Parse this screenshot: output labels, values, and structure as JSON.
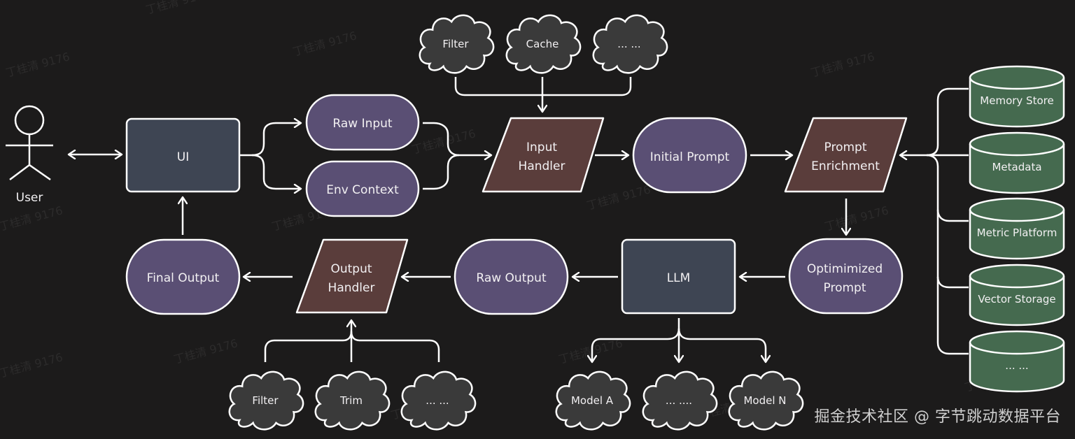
{
  "actor": {
    "label": "User"
  },
  "nodes": {
    "ui": "UI",
    "raw_input": "Raw Input",
    "env_context": "Env Context",
    "input_handler": [
      "Input",
      "Handler"
    ],
    "initial_prompt": "Initial Prompt",
    "prompt_enrichment": [
      "Prompt",
      "Enrichment"
    ],
    "optimized_prompt": [
      "Optimimized",
      "Prompt"
    ],
    "llm": "LLM",
    "raw_output": "Raw Output",
    "output_handler": [
      "Output",
      "Handler"
    ],
    "final_output": "Final Output"
  },
  "input_plugins": [
    "Filter",
    "Cache",
    "... ..."
  ],
  "output_plugins": [
    "Filter",
    "Trim",
    "... ..."
  ],
  "models": [
    "Model A",
    "... ....",
    "Model N"
  ],
  "data_stores": [
    "Memory Store",
    "Metadata",
    "Metric Platform",
    "Vector Storage",
    "... ..."
  ],
  "watermark": "丁桂清 9176",
  "credit": "掘金技术社区 @ 字节跳动数据平台",
  "colors": {
    "background": "#1c1b1b",
    "stroke": "#ffffff",
    "terminal_fill": "#5a4f74",
    "process_fill": "#3e4553",
    "handler_fill": "#5a3d3b",
    "cloud_fill": "#3a3a3a",
    "store_fill": "#456a4f"
  }
}
